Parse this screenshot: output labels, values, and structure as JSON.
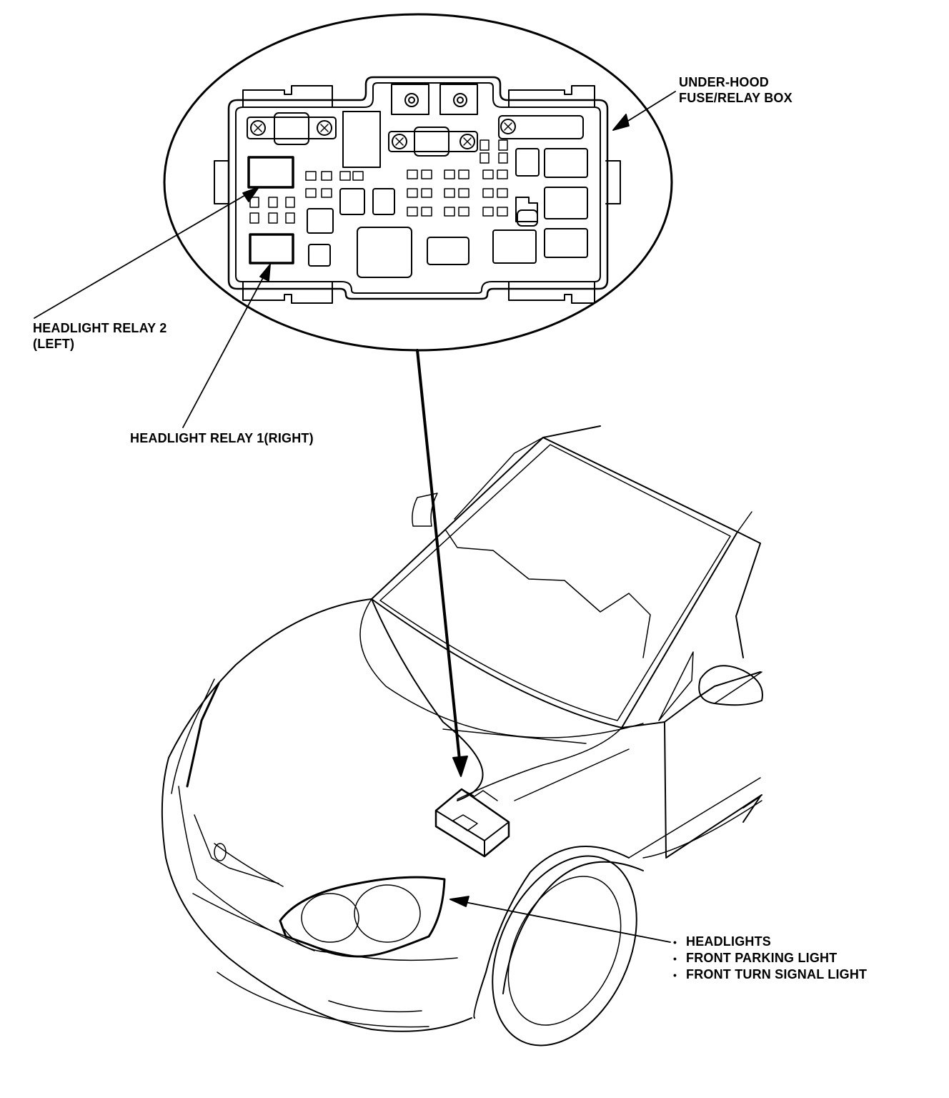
{
  "labels": {
    "fuse_box": [
      "UNDER-HOOD",
      "FUSE/RELAY BOX"
    ],
    "relay2": [
      "HEADLIGHT RELAY 2",
      "(LEFT)"
    ],
    "relay1": "HEADLIGHT RELAY 1(RIGHT)",
    "lights": [
      "HEADLIGHTS",
      "FRONT PARKING LIGHT",
      "FRONT TURN SIGNAL LIGHT"
    ]
  },
  "colors": {
    "ink": "#000000",
    "paper": "#ffffff"
  }
}
